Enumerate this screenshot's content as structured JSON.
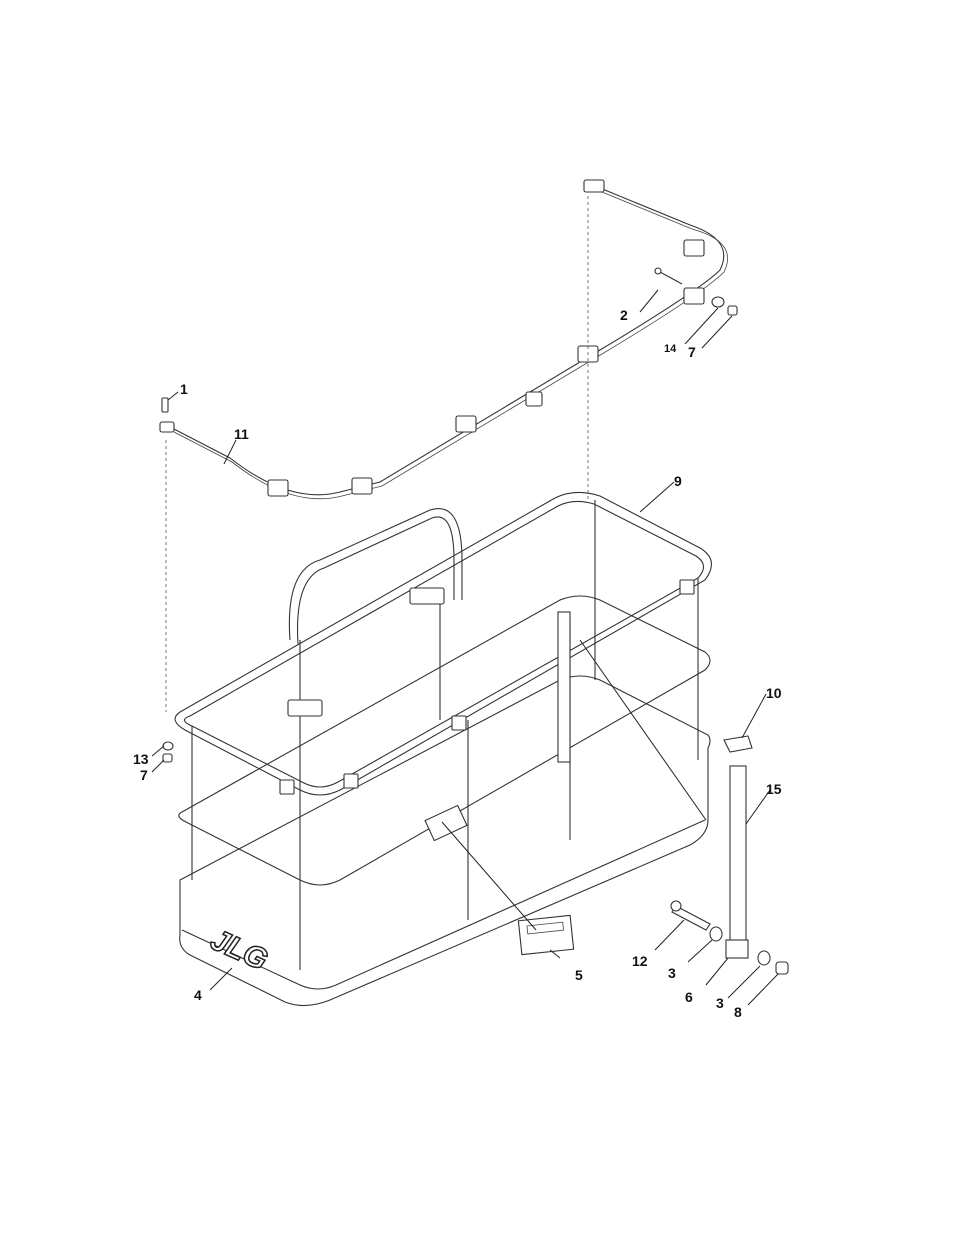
{
  "diagram": {
    "brand_logo_text": "JLG",
    "callouts": [
      {
        "id": "c1",
        "text": "1"
      },
      {
        "id": "c2",
        "text": "2"
      },
      {
        "id": "c3a",
        "text": "3"
      },
      {
        "id": "c3b",
        "text": "3"
      },
      {
        "id": "c4",
        "text": "4"
      },
      {
        "id": "c5",
        "text": "5"
      },
      {
        "id": "c6",
        "text": "6"
      },
      {
        "id": "c7a",
        "text": "7"
      },
      {
        "id": "c7b",
        "text": "7"
      },
      {
        "id": "c8",
        "text": "8"
      },
      {
        "id": "c9",
        "text": "9"
      },
      {
        "id": "c10",
        "text": "10"
      },
      {
        "id": "c11",
        "text": "11"
      },
      {
        "id": "c12",
        "text": "12"
      },
      {
        "id": "c13",
        "text": "13"
      },
      {
        "id": "c14",
        "text": "14"
      },
      {
        "id": "c15",
        "text": "15"
      }
    ]
  }
}
